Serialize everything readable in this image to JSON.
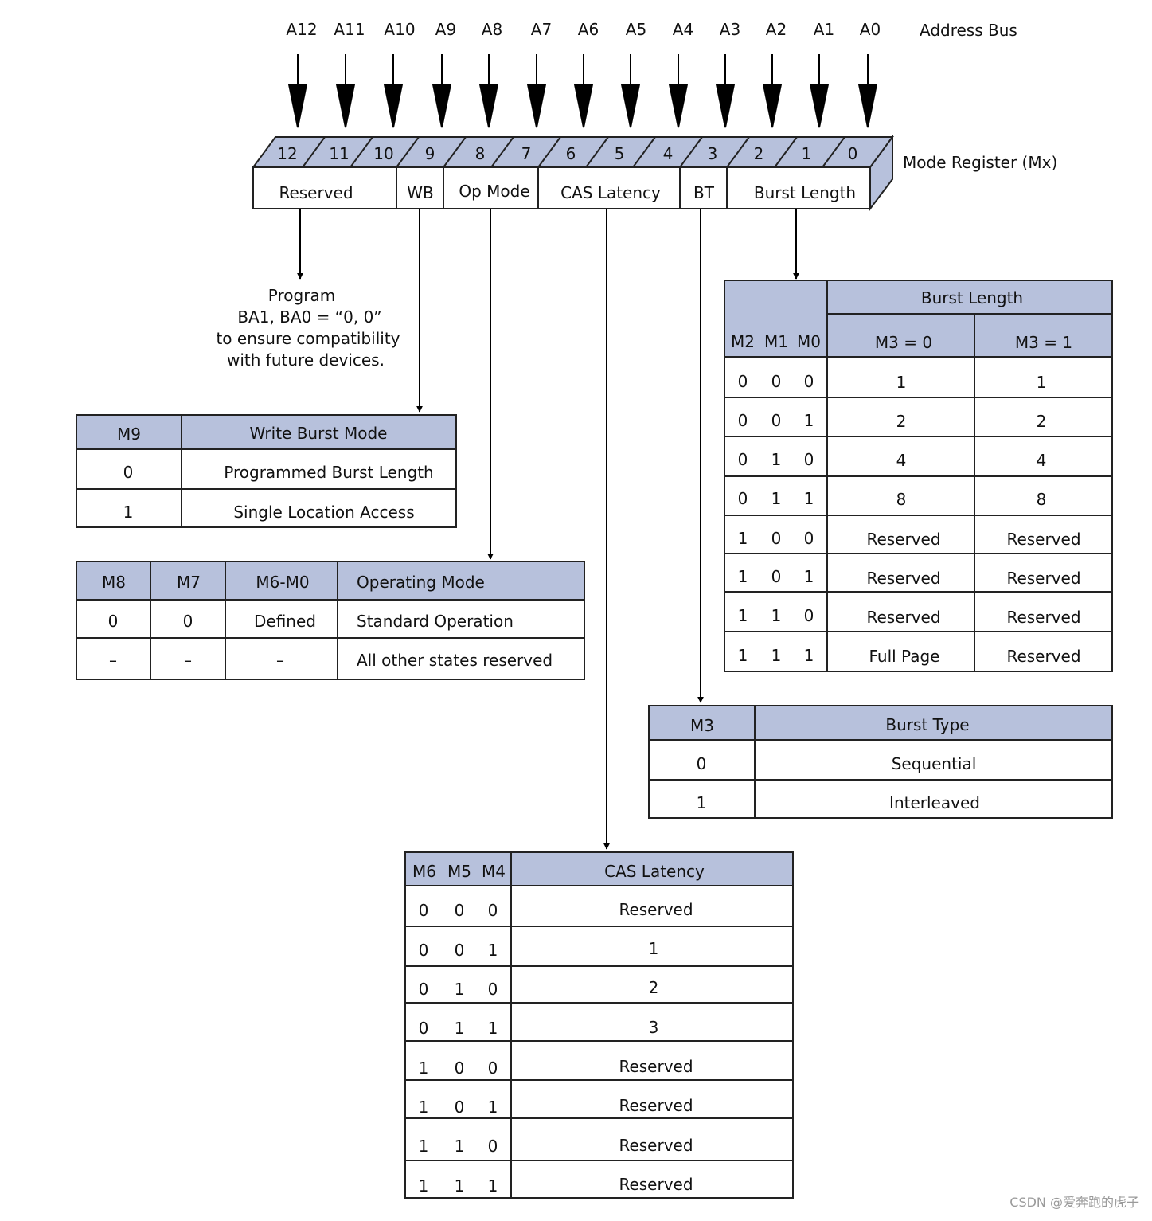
{
  "address_bus": {
    "pins": [
      "A12",
      "A11",
      "A10",
      "A9",
      "A8",
      "A7",
      "A6",
      "A5",
      "A4",
      "A3",
      "A2",
      "A1",
      "A0"
    ],
    "label": "Address Bus"
  },
  "mode_register": {
    "label": "Mode Register (Mx)",
    "bits": [
      "12",
      "11",
      "10",
      "9",
      "8",
      "7",
      "6",
      "5",
      "4",
      "3",
      "2",
      "1",
      "0"
    ],
    "fields": [
      "Reserved",
      "WB",
      "Op Mode",
      "CAS Latency",
      "BT",
      "Burst Length"
    ]
  },
  "reserved_note": [
    "Program",
    "BA1, BA0 = “0, 0”",
    "to ensure compatibility",
    "with future devices."
  ],
  "write_burst_table": {
    "headers": [
      "M9",
      "Write Burst Mode"
    ],
    "rows": [
      [
        "0",
        "Programmed Burst Length"
      ],
      [
        "1",
        "Single Location Access"
      ]
    ]
  },
  "op_mode_table": {
    "headers": [
      "M8",
      "M7",
      "M6-M0",
      "Operating Mode"
    ],
    "rows": [
      [
        "0",
        "0",
        "Defined",
        "Standard Operation"
      ],
      [
        "–",
        "–",
        "–",
        "All other states reserved"
      ]
    ]
  },
  "burst_length_table": {
    "group_header": "Burst Length",
    "headers": [
      "M2",
      "M1",
      "M0",
      "M3 = 0",
      "M3 = 1"
    ],
    "rows": [
      [
        "0",
        "0",
        "0",
        "1",
        "1"
      ],
      [
        "0",
        "0",
        "1",
        "2",
        "2"
      ],
      [
        "0",
        "1",
        "0",
        "4",
        "4"
      ],
      [
        "0",
        "1",
        "1",
        "8",
        "8"
      ],
      [
        "1",
        "0",
        "0",
        "Reserved",
        "Reserved"
      ],
      [
        "1",
        "0",
        "1",
        "Reserved",
        "Reserved"
      ],
      [
        "1",
        "1",
        "0",
        "Reserved",
        "Reserved"
      ],
      [
        "1",
        "1",
        "1",
        "Full Page",
        "Reserved"
      ]
    ]
  },
  "burst_type_table": {
    "headers": [
      "M3",
      "Burst Type"
    ],
    "rows": [
      [
        "0",
        "Sequential"
      ],
      [
        "1",
        "Interleaved"
      ]
    ]
  },
  "cas_latency_table": {
    "headers": [
      "M6",
      "M5",
      "M4",
      "CAS Latency"
    ],
    "rows": [
      [
        "0",
        "0",
        "0",
        "Reserved"
      ],
      [
        "0",
        "0",
        "1",
        "1"
      ],
      [
        "0",
        "1",
        "0",
        "2"
      ],
      [
        "0",
        "1",
        "1",
        "3"
      ],
      [
        "1",
        "0",
        "0",
        "Reserved"
      ],
      [
        "1",
        "0",
        "1",
        "Reserved"
      ],
      [
        "1",
        "1",
        "0",
        "Reserved"
      ],
      [
        "1",
        "1",
        "1",
        "Reserved"
      ]
    ]
  },
  "watermark": "CSDN @爱奔跑的虎子",
  "colors": {
    "header_fill": "#b7c1dc",
    "line": "#222222"
  }
}
